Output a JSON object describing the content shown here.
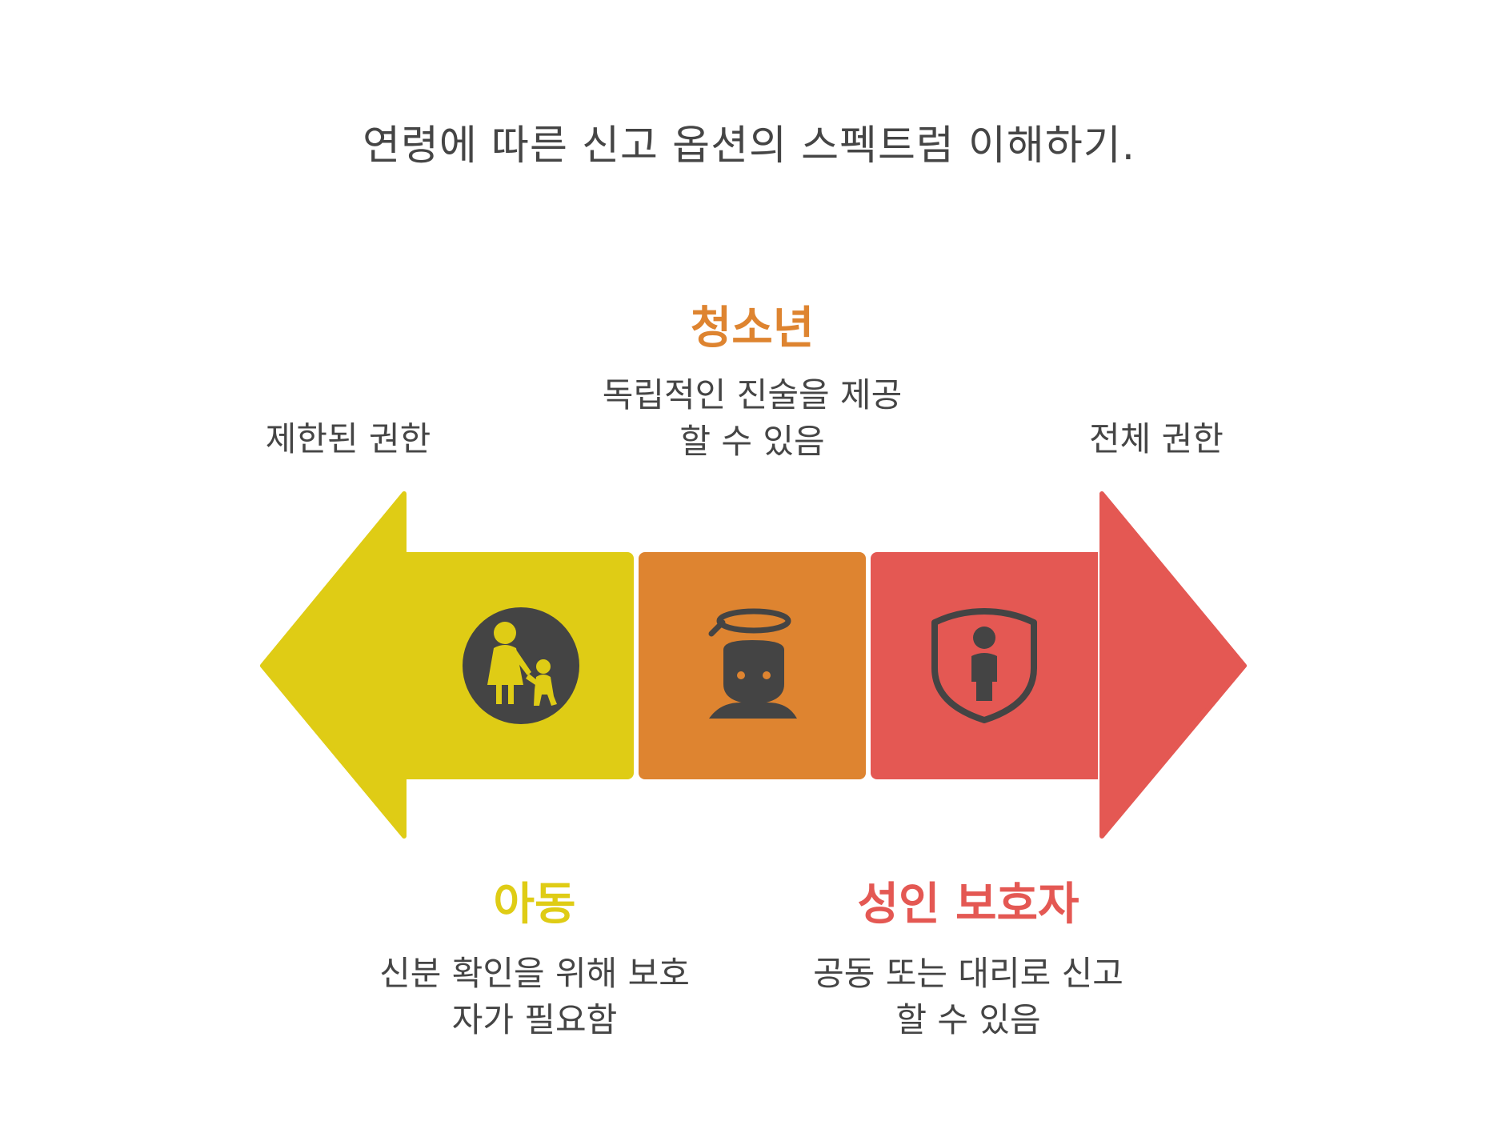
{
  "title": "연령에 따른 신고 옵션의 스펙트럼 이해하기.",
  "left_edge_label": "제한된 권한",
  "right_edge_label": "전체 권한",
  "segments": [
    {
      "heading": "아동",
      "desc_line1": "신분 확인을 위해 보호",
      "desc_line2": "자가 필요함",
      "color": "#DFCC15",
      "icon": "parent-child-icon"
    },
    {
      "heading": "청소년",
      "desc_line1": "독립적인 진술을 제공",
      "desc_line2": "할 수 있음",
      "color": "#DE8430",
      "icon": "teen-head-icon"
    },
    {
      "heading": "성인 보호자",
      "desc_line1": "공동 또는 대리로 신고",
      "desc_line2": "할 수 있음",
      "color": "#E45853",
      "icon": "shield-person-icon"
    }
  ],
  "colors": {
    "icon_dark": "#444444",
    "text_dark": "#454545"
  }
}
